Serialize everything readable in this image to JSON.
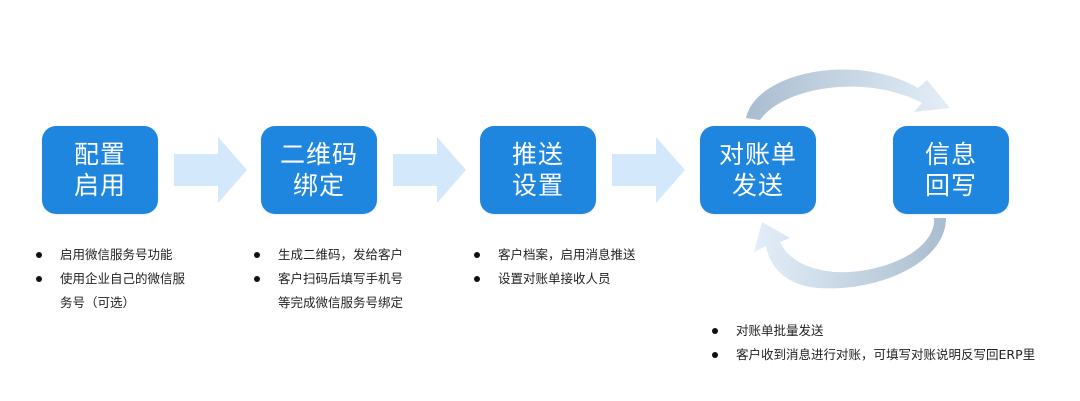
{
  "steps": [
    {
      "line1": "配置",
      "line2": "启用"
    },
    {
      "line1": "二维码",
      "line2": "绑定"
    },
    {
      "line1": "推送",
      "line2": "设置"
    },
    {
      "line1": "对账单",
      "line2": "发送"
    },
    {
      "line1": "信息",
      "line2": "回写"
    }
  ],
  "notes": {
    "step1": [
      "启用微信服务号功能",
      "使用企业自己的微信服",
      "务号（可选）"
    ],
    "step2": [
      "生成二维码，发给客户",
      "客户扫码后填写手机号",
      "等完成微信服务号绑定"
    ],
    "step3": [
      "客户档案，启用消息推送",
      "设置对账单接收人员"
    ],
    "step4": [
      "对账单批量发送",
      "客户收到消息进行对账，可填写对账说明反写回ERP里"
    ]
  },
  "colors": {
    "box": "#1f86e0",
    "arrow": "#d4e8fb",
    "cycle_arrow": "#b9cede"
  }
}
